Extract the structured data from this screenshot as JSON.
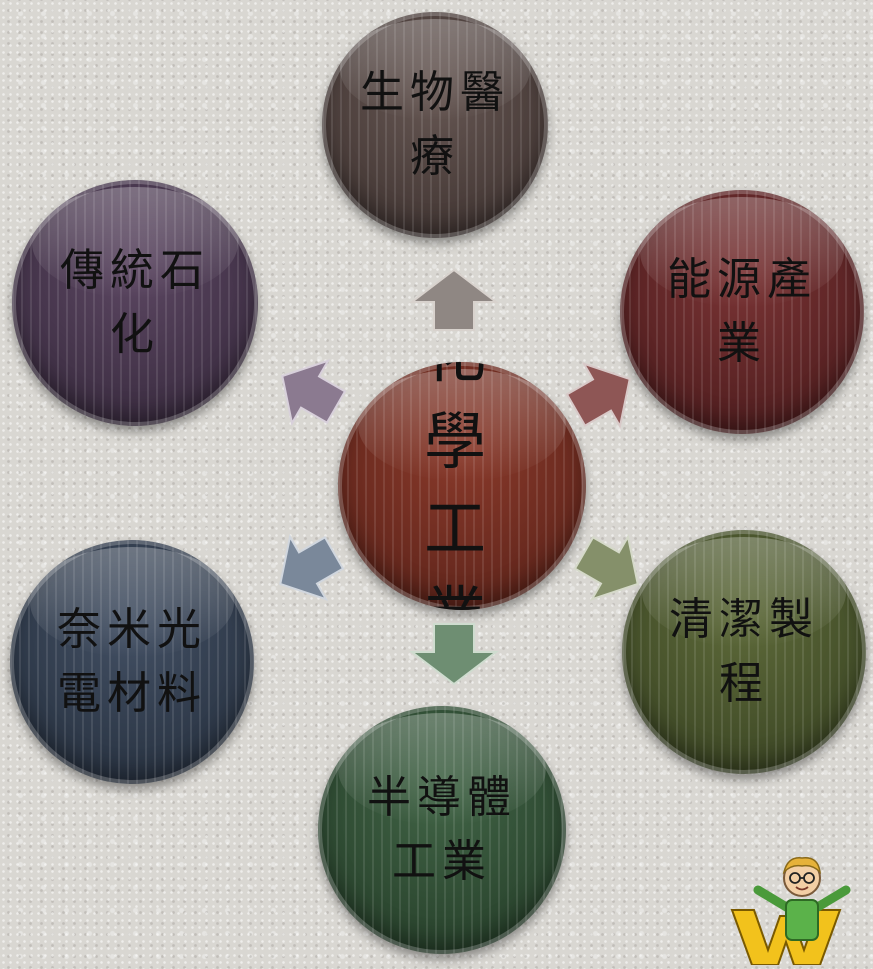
{
  "center": {
    "label": "化學工業",
    "color": "#6a2a1f"
  },
  "nodes": [
    {
      "id": "top",
      "label": "生物醫療",
      "color": "#4b3e3b",
      "arrow_color": "#8f8783"
    },
    {
      "id": "upper-right",
      "label": "能源產業",
      "color": "#5a2324",
      "arrow_color": "#8e5655"
    },
    {
      "id": "lower-right",
      "label": "清潔製程",
      "color": "#45502a",
      "arrow_color": "#85906a"
    },
    {
      "id": "bottom",
      "label": "半導體工業",
      "color": "#2e4a32",
      "arrow_color": "#6e8e72"
    },
    {
      "id": "lower-left",
      "label": "奈米光電材料",
      "color": "#2f3a4a",
      "arrow_color": "#7a889a"
    },
    {
      "id": "upper-left",
      "label": "傳統石化",
      "color": "#433349",
      "arrow_color": "#8b7a90"
    }
  ],
  "decoration": {
    "mascot_icon": "cartoon-mascot-w-logo"
  }
}
